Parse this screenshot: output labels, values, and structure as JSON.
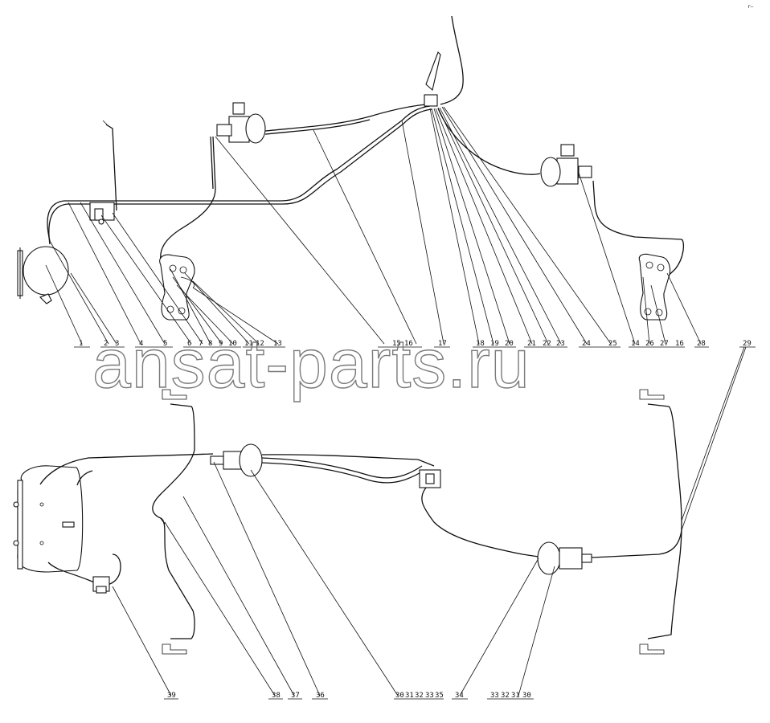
{
  "watermark": "ansat-parts.ru",
  "callouts_top": [
    "1",
    "2",
    "3",
    "4",
    "5",
    "6",
    "7",
    "8",
    "9",
    "10",
    "11",
    "12",
    "13",
    "15",
    "16",
    "17",
    "18",
    "19",
    "20",
    "21",
    "22",
    "23",
    "24",
    "25",
    "14",
    "26",
    "27",
    "16",
    "28",
    "29"
  ],
  "callouts_bottom": [
    "39",
    "38",
    "37",
    "36",
    "30",
    "31",
    "32",
    "33",
    "35",
    "34",
    "33",
    "32",
    "31",
    "30"
  ],
  "corner_mark": "r—"
}
